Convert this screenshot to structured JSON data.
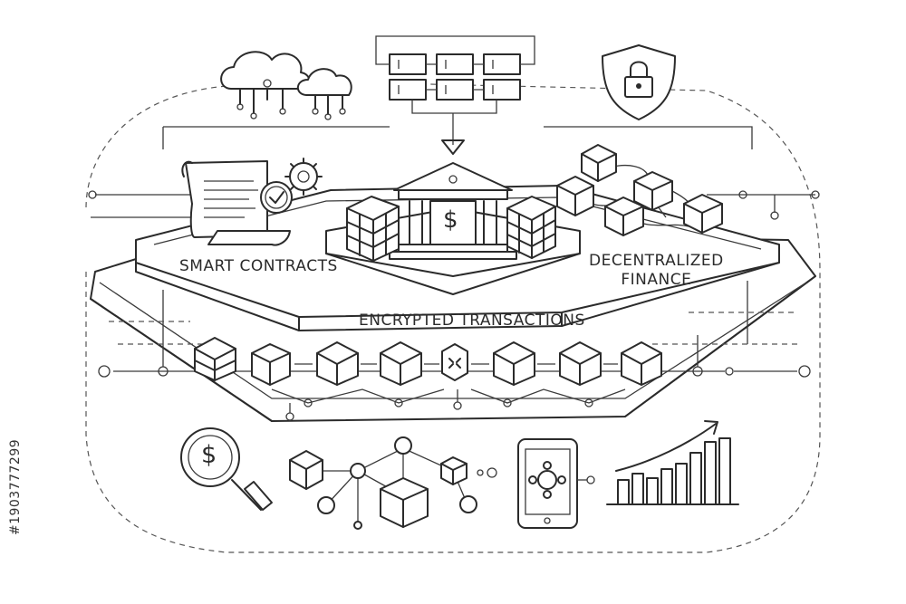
{
  "labels": {
    "smart_contracts": "SMART CONTRACTS",
    "defi_line1": "DECENTRALIZED",
    "defi_line2": "FINANCE",
    "encrypted": "ENCRYPTED TRANSACTIONS"
  },
  "watermark": {
    "id": "#1903777299"
  },
  "icons": {
    "currency": "$",
    "colors": {
      "stroke": "#2b2b2b",
      "background": "#ffffff"
    }
  }
}
